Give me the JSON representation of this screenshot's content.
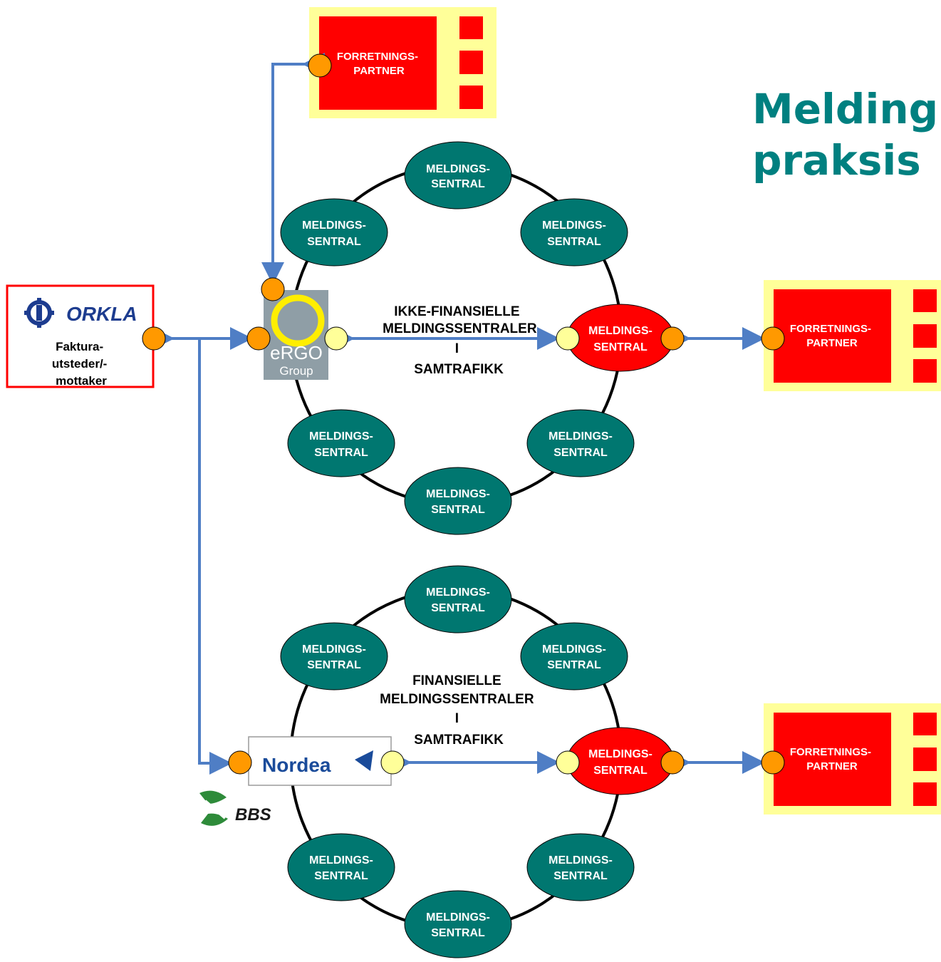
{
  "title": {
    "line1": "Melding",
    "line2": "praksis"
  },
  "colors": {
    "teal": "#007770",
    "red": "#ff0000",
    "yellow_pad": "#ffff99",
    "blue_arrow": "#4f7ec5",
    "orange_port": "#ff9900",
    "pale_port": "#ffff99",
    "title": "#008080"
  },
  "labels": {
    "sentral_line1": "MELDINGS-",
    "sentral_line2": "SENTRAL",
    "partner_line1": "FORRETNINGS-",
    "partner_line2": "PARTNER"
  },
  "ring_top": {
    "caption_lines": [
      "IKKE-FINANSIELLE",
      "MELDINGSSENTRALER",
      "I",
      "SAMTRAFIKK"
    ],
    "operator_logo": {
      "icon": "ergo-group-logo",
      "brand": "eRGO",
      "sub": "Group"
    }
  },
  "ring_bottom": {
    "caption_lines": [
      "FINANSIELLE",
      "MELDINGSSENTRALER",
      "I",
      "SAMTRAFIKK"
    ],
    "operator_logo": {
      "icon": "nordea-logo",
      "brand": "Nordea"
    }
  },
  "orkla": {
    "brand": "ORKLA",
    "icon": "orkla-gear-logo",
    "role_lines": [
      "Faktura-",
      "utsteder/-",
      "mottaker"
    ]
  },
  "bbs": {
    "brand": "BBS",
    "icon": "bbs-logo"
  }
}
